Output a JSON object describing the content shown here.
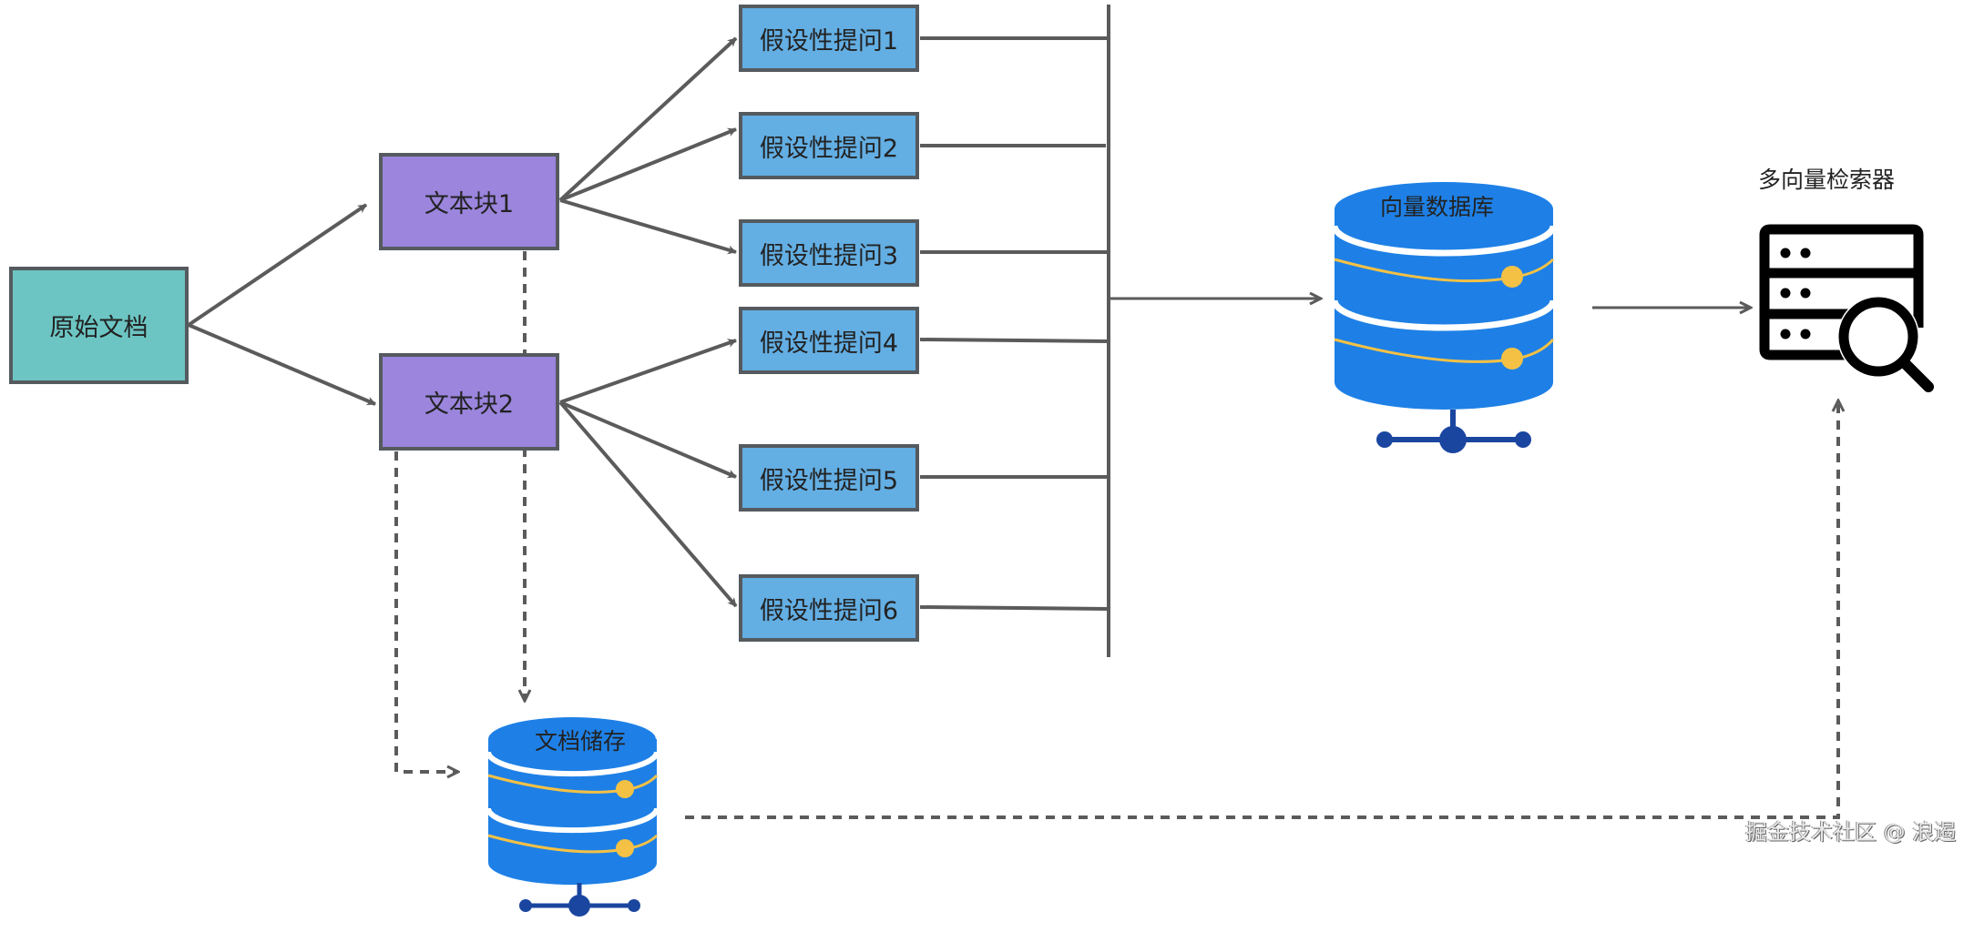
{
  "colors": {
    "source": "#6cc5c3",
    "chunk": "#9b85dd",
    "question": "#63aee3",
    "border": "#555a5e",
    "line": "#5b5b5b",
    "db_blue": "#1e80e6",
    "db_accent": "#f4c145",
    "db_stand": "#1a46a0"
  },
  "nodes": {
    "source_doc": "原始文档",
    "chunks": [
      "文本块1",
      "文本块2"
    ],
    "questions": [
      "假设性提问1",
      "假设性提问2",
      "假设性提问3",
      "假设性提问4",
      "假设性提问5",
      "假设性提问6"
    ],
    "vector_db": "向量数据库",
    "doc_store": "文档储存",
    "retriever": "多向量检索器"
  },
  "icons": {
    "vector_db": "database-icon",
    "doc_store": "database-icon",
    "retriever": "server-search-icon"
  },
  "watermark": "掘金技术社区 @ 浪遏"
}
